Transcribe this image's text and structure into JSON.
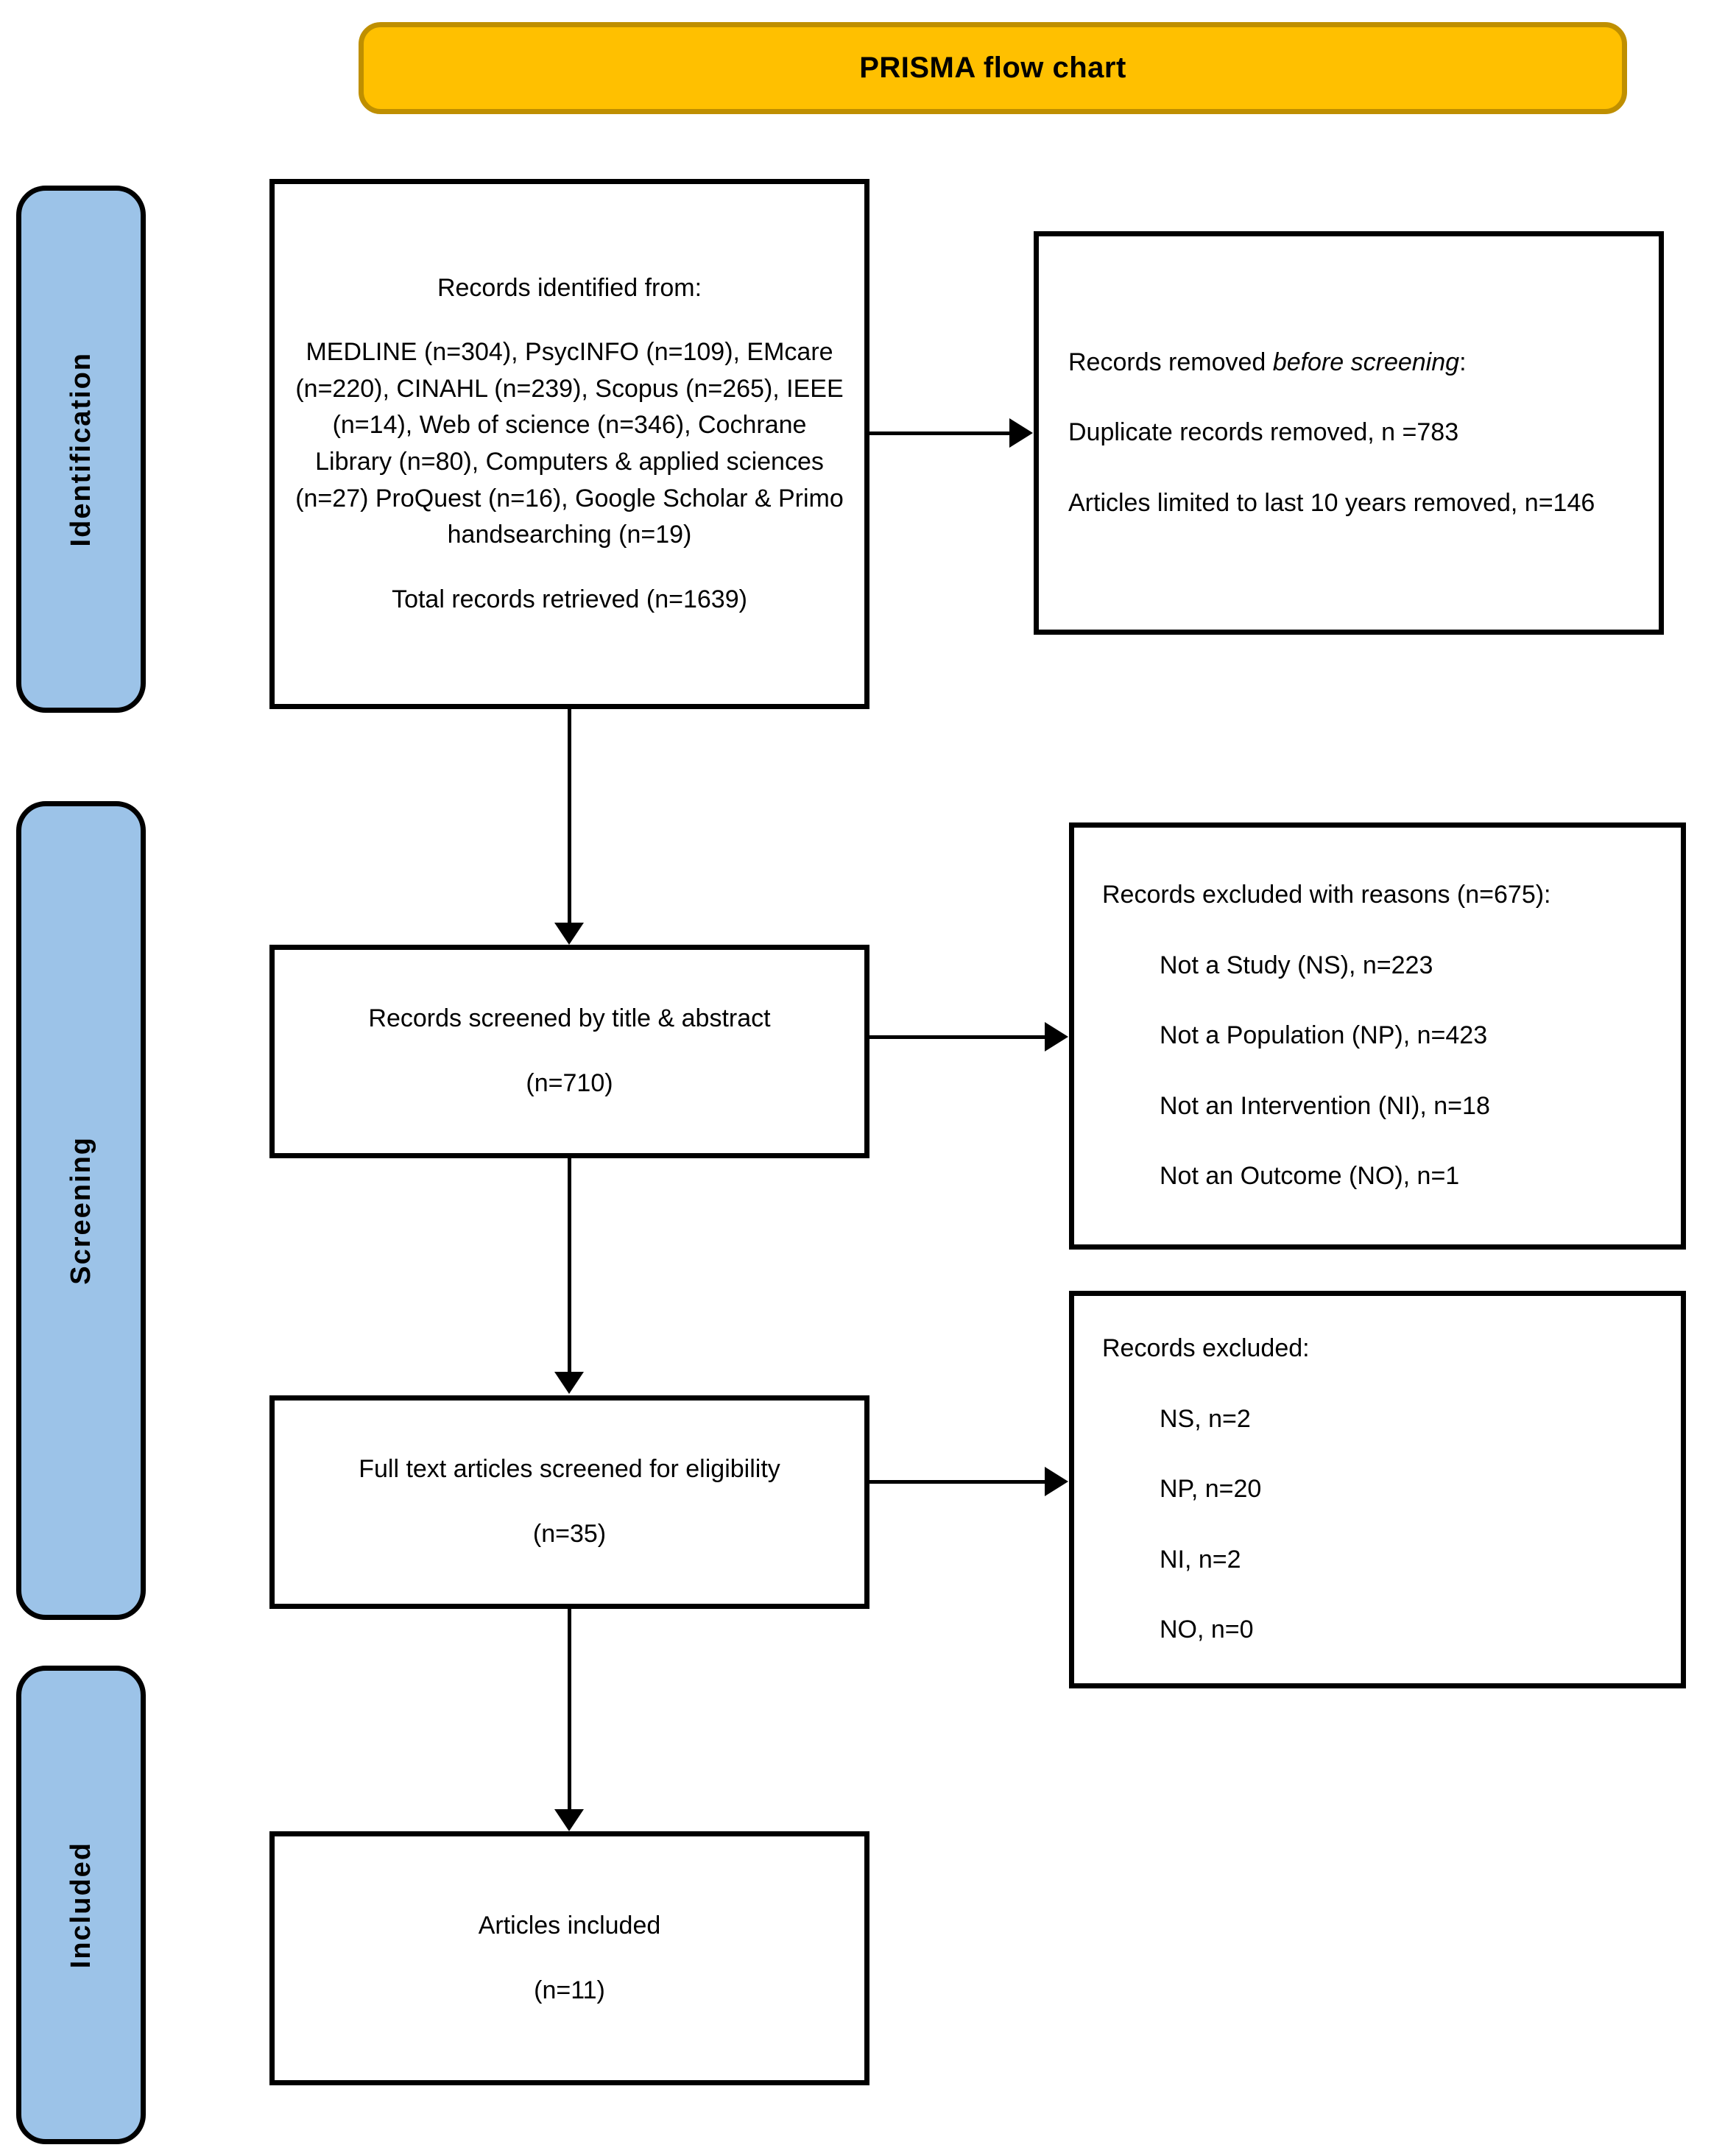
{
  "title": {
    "text": "PRISMA flow chart"
  },
  "stages": [
    {
      "id": "identification",
      "label": "Identification"
    },
    {
      "id": "screening",
      "label": "Screening"
    },
    {
      "id": "included",
      "label": "Included"
    }
  ],
  "boxes": {
    "identified": {
      "heading": "Records identified from:",
      "sources": "MEDLINE (n=304), PsycINFO (n=109), EMcare (n=220), CINAHL (n=239), Scopus (n=265), IEEE (n=14), Web of science (n=346), Cochrane Library (n=80), Computers & applied sciences (n=27) ProQuest (n=16), Google Scholar & Primo handsearching (n=19)",
      "total": "Total records retrieved (n=1639)"
    },
    "removed_before_screening": {
      "heading_prefix": "Records removed ",
      "heading_italic": "before screening",
      "heading_suffix": ":",
      "line1": "Duplicate records removed, n =783",
      "line2": "Articles limited to last 10 years removed, n=146"
    },
    "screened": {
      "line1": "Records screened by title & abstract",
      "line2": "(n=710)"
    },
    "excluded_with_reasons": {
      "heading": "Records excluded with reasons (n=675):",
      "reasons": [
        "Not a Study (NS), n=223",
        "Not a Population (NP), n=423",
        "Not an Intervention (NI), n=18",
        "Not an Outcome (NO), n=1"
      ]
    },
    "fulltext": {
      "line1": "Full text articles screened for eligibility",
      "line2": "(n=35)"
    },
    "excluded_plain": {
      "heading": "Records excluded:",
      "reasons": [
        "NS, n=2",
        "NP, n=20",
        "NI, n=2",
        "NO, n=0"
      ]
    },
    "included": {
      "line1": "Articles included",
      "line2": "(n=11)"
    }
  },
  "colors": {
    "title_fill": "#FFC000",
    "title_border": "#BF8F00",
    "stage_fill": "#9CC3E8",
    "line": "#000000",
    "box_fill": "#FFFFFF"
  },
  "chart_data": {
    "type": "diagram",
    "title": "PRISMA flow chart",
    "nodes": [
      {
        "id": "identified",
        "stage": "Identification",
        "label": "Records identified from",
        "n": 1639,
        "breakdown": [
          {
            "source": "MEDLINE",
            "n": 304
          },
          {
            "source": "PsycINFO",
            "n": 109
          },
          {
            "source": "EMcare",
            "n": 220
          },
          {
            "source": "CINAHL",
            "n": 239
          },
          {
            "source": "Scopus",
            "n": 265
          },
          {
            "source": "IEEE",
            "n": 14
          },
          {
            "source": "Web of science",
            "n": 346
          },
          {
            "source": "Cochrane Library",
            "n": 80
          },
          {
            "source": "Computers & applied sciences",
            "n": 27
          },
          {
            "source": "ProQuest",
            "n": 16
          },
          {
            "source": "Google Scholar & Primo handsearching",
            "n": 19
          }
        ]
      },
      {
        "id": "removed_before_screening",
        "stage": "Identification",
        "label": "Records removed before screening",
        "breakdown": [
          {
            "reason": "Duplicate records removed",
            "n": 783
          },
          {
            "reason": "Articles limited to last 10 years removed",
            "n": 146
          }
        ]
      },
      {
        "id": "screened",
        "stage": "Screening",
        "label": "Records screened by title & abstract",
        "n": 710
      },
      {
        "id": "excluded_with_reasons",
        "stage": "Screening",
        "label": "Records excluded with reasons",
        "n": 675,
        "breakdown": [
          {
            "reason": "Not a Study (NS)",
            "n": 223
          },
          {
            "reason": "Not a Population (NP)",
            "n": 423
          },
          {
            "reason": "Not an Intervention (NI)",
            "n": 18
          },
          {
            "reason": "Not an Outcome (NO)",
            "n": 1
          }
        ]
      },
      {
        "id": "fulltext",
        "stage": "Screening",
        "label": "Full text articles screened for eligibility",
        "n": 35
      },
      {
        "id": "excluded_plain",
        "stage": "Screening",
        "label": "Records excluded",
        "breakdown": [
          {
            "reason": "NS",
            "n": 2
          },
          {
            "reason": "NP",
            "n": 20
          },
          {
            "reason": "NI",
            "n": 2
          },
          {
            "reason": "NO",
            "n": 0
          }
        ]
      },
      {
        "id": "included",
        "stage": "Included",
        "label": "Articles included",
        "n": 11
      }
    ],
    "edges": [
      {
        "from": "identified",
        "to": "removed_before_screening",
        "direction": "right"
      },
      {
        "from": "identified",
        "to": "screened",
        "direction": "down"
      },
      {
        "from": "screened",
        "to": "excluded_with_reasons",
        "direction": "right"
      },
      {
        "from": "screened",
        "to": "fulltext",
        "direction": "down"
      },
      {
        "from": "fulltext",
        "to": "excluded_plain",
        "direction": "right"
      },
      {
        "from": "fulltext",
        "to": "included",
        "direction": "down"
      }
    ]
  }
}
